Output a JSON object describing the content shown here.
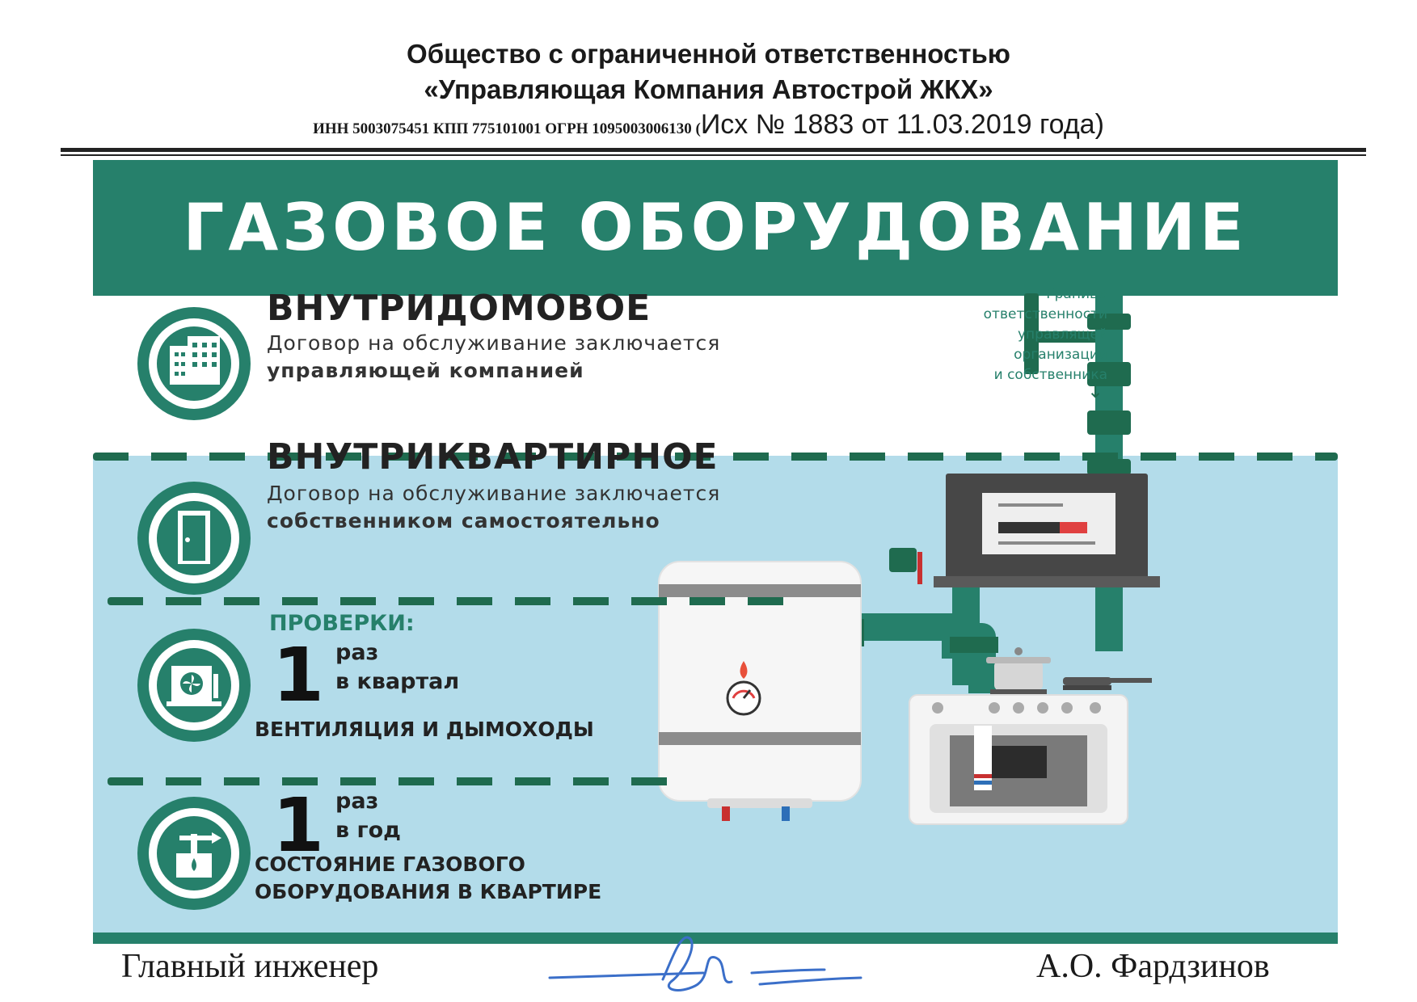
{
  "header": {
    "company_line1": "Общество с ограниченной ответственностью",
    "company_line2": "«Управляющая Компания Автострой ЖКХ»",
    "registration": "ИНН 5003075451 КПП 775101001 ОГРН 1095003006130 (",
    "outgoing_ref": "Исх № 1883 от 11.03.2019 года)"
  },
  "poster": {
    "title": "ГАЗОВОЕ ОБОРУДОВАНИЕ",
    "section1": {
      "title": "ВНУТРИДОМОВОЕ",
      "desc_line1": "Договор на обслуживание заключается",
      "desc_line2": "управляющей компанией",
      "icon": "building-icon"
    },
    "responsibility_note": {
      "line1": "Граница",
      "line2": "ответственности",
      "line3": "управлящей",
      "line4": "организации",
      "line5": "и собственника",
      "arrow": "↓"
    },
    "section2": {
      "title": "ВНУТРИКВАРТИРНОЕ",
      "desc_line1": "Договор на обслуживание заключается",
      "desc_line2": "собственником самостоятельно",
      "icon": "door-icon"
    },
    "checks": {
      "title": "ПРОВЕРКИ:",
      "item1": {
        "number": "1",
        "unit": "раз",
        "period": "в квартал",
        "subject": "ВЕНТИЛЯЦИЯ И ДЫМОХОДЫ",
        "icon": "ventilation-fan-icon"
      },
      "item2": {
        "number": "1",
        "unit": "раз",
        "period": "в год",
        "subject_line1": "СОСТОЯНИЕ ГАЗОВОГО",
        "subject_line2": "ОБОРУДОВАНИЯ В КВАРТИРЕ",
        "icon": "gas-stove-icon"
      }
    },
    "colors": {
      "primary_green": "#26806b",
      "dark_green": "#1f6b4f",
      "light_blue": "#b3dcea"
    }
  },
  "footer": {
    "position": "Главный инженер",
    "name": "А.О. Фардзинов"
  }
}
